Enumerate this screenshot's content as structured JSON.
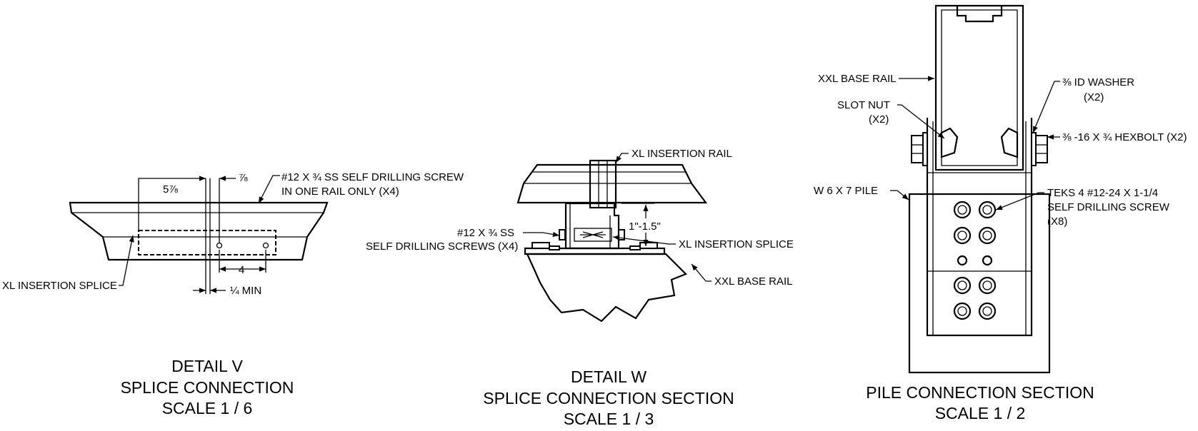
{
  "detail_v": {
    "dim_top_left": "5⅞",
    "dim_top_right": "⅞",
    "dim_bottom_mid": "4",
    "dim_bottom_min": "¼ MIN",
    "screw_note_1": "#12 X ¾ SS SELF DRILLING SCREW",
    "screw_note_2": "IN ONE RAIL ONLY (X4)",
    "splice_label": "XL INSERTION SPLICE",
    "caption_1": "DETAIL  V",
    "caption_2": "SPLICE CONNECTION",
    "caption_3": "SCALE 1 / 6"
  },
  "detail_w": {
    "rail_label": "XL INSERTION RAIL",
    "gap_dim": "1\"-1.5\"",
    "screws_1": "#12 X ¾ SS",
    "screws_2": "SELF DRILLING SCREWS (X4)",
    "splice_label": "XL INSERTION SPLICE",
    "base_label": "XXL BASE RAIL",
    "caption_1": "DETAIL  W",
    "caption_2": "SPLICE CONNECTION SECTION",
    "caption_3": "SCALE 1 / 3"
  },
  "pile": {
    "base_rail": "XXL BASE RAIL",
    "slot_nut_1": "SLOT NUT",
    "slot_nut_2": "(X2)",
    "washer_1": "⅜ ID WASHER",
    "washer_2": "(X2)",
    "hexbolt": "⅜ -16 X ¾ HEXBOLT (X2)",
    "pile_label": "W 6 X 7 PILE",
    "teks_1": "TEKS 4 #12-24 X 1-1/4",
    "teks_2": "SELF DRILLING SCREW",
    "teks_3": "(X8)",
    "caption_1": "PILE CONNECTION SECTION",
    "caption_2": "SCALE 1 / 2"
  },
  "icons": [
    "arrowhead-icon",
    "bolt-head-icon",
    "screw-head-icon"
  ]
}
